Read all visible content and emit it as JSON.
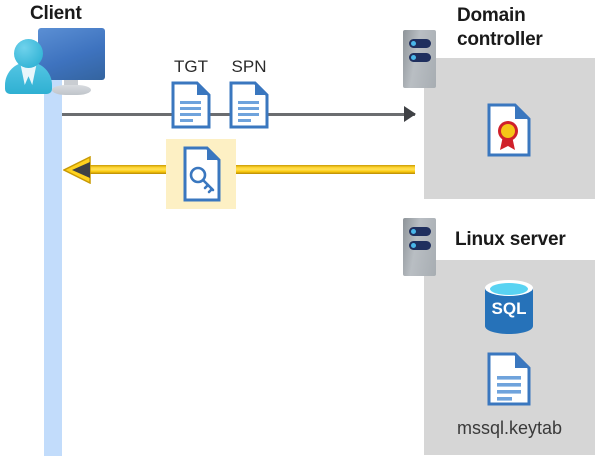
{
  "diagram": {
    "type": "kerberos-authentication-flow",
    "background": "#ffffff",
    "colors": {
      "panel_gray": "#d6d6d6",
      "lifeline_blue": "#c2dcfb",
      "highlight_yellow": "#fdf0c4",
      "arrow_yellow": "#ffd21e",
      "arrow_gray": "#6b6d70",
      "doc_blue": "#3a77bf",
      "sql_blue": "#2672b9",
      "seal_gold": "#f5c518",
      "ribbon_red": "#d0202a"
    }
  },
  "client": {
    "title": "Client",
    "icon": "user-computer-icon",
    "lifeline": "client-lifeline"
  },
  "domain_controller": {
    "title": "Domain\ncontroller",
    "server_icon": "server-icon",
    "contents": [
      {
        "icon": "certificate-document-icon",
        "label": ""
      }
    ]
  },
  "linux_server": {
    "title": "Linux server",
    "server_icon": "server-icon",
    "contents": [
      {
        "icon": "sql-database-icon",
        "label": "SQL"
      },
      {
        "icon": "keytab-document-icon",
        "label": "mssql.keytab"
      }
    ]
  },
  "messages": {
    "request": {
      "direction": "right",
      "style": "gray-arrow",
      "documents": [
        {
          "label": "TGT",
          "icon": "document-icon"
        },
        {
          "label": "SPN",
          "icon": "document-icon"
        }
      ]
    },
    "response": {
      "direction": "left",
      "style": "yellow-arrow",
      "highlighted": true,
      "documents": [
        {
          "label": "",
          "icon": "key-document-icon"
        }
      ]
    }
  }
}
